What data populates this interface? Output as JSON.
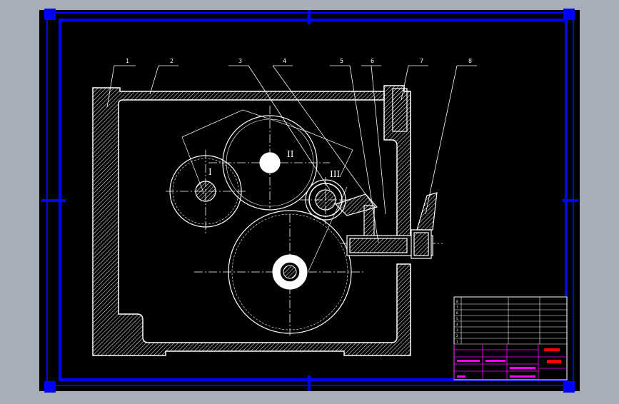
{
  "colors": {
    "background": "#a8aeb8",
    "sheet": "#000000",
    "frame": "#0000ff",
    "lines": "#ffffff",
    "accent": "#ff00ff",
    "red": "#ff0000"
  },
  "callouts": [
    "1",
    "2",
    "3",
    "4",
    "5",
    "6",
    "7",
    "8"
  ],
  "shaft_labels": {
    "shaft1": "I",
    "shaft2": "II",
    "shaft3": "III"
  },
  "title_block": {
    "rows": [
      [
        "8",
        "",
        "",
        ""
      ],
      [
        "7",
        "",
        "",
        ""
      ],
      [
        "6",
        "",
        "",
        ""
      ],
      [
        "5",
        "",
        "",
        ""
      ],
      [
        "4",
        "",
        "",
        ""
      ],
      [
        "3",
        "",
        "",
        ""
      ],
      [
        "2",
        "",
        "",
        ""
      ],
      [
        "1",
        "",
        "",
        ""
      ]
    ],
    "drawing_name": "",
    "school": ""
  }
}
